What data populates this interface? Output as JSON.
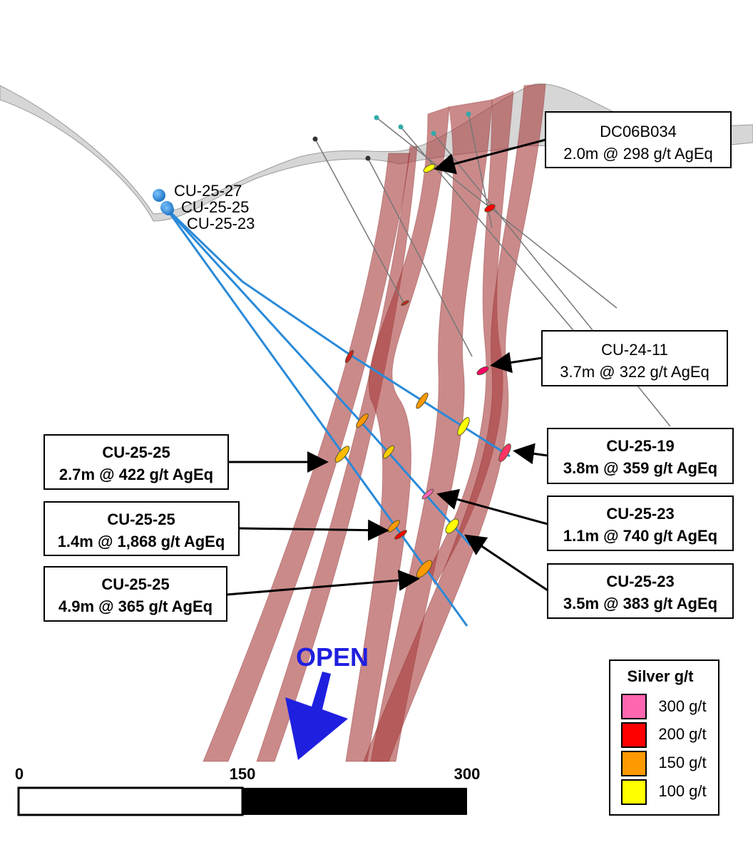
{
  "collars": [
    "CU-25-27",
    "CU-25-25",
    "CU-25-23"
  ],
  "callouts": [
    {
      "hole": "DC06B034",
      "value": "2.0m @ 298 g/t AgEq"
    },
    {
      "hole": "CU-24-11",
      "value": "3.7m @ 322 g/t AgEq"
    },
    {
      "hole": "CU-25-19",
      "value": "3.8m @ 359 g/t AgEq"
    },
    {
      "hole": "CU-25-23",
      "value": "1.1m @ 740 g/t AgEq"
    },
    {
      "hole": "CU-25-23",
      "value": "3.5m @ 383 g/t AgEq"
    },
    {
      "hole": "CU-25-25",
      "value": "2.7m @ 422 g/t AgEq"
    },
    {
      "hole": "CU-25-25",
      "value": "1.4m @ 1,868 g/t AgEq"
    },
    {
      "hole": "CU-25-25",
      "value": "4.9m @ 365 g/t AgEq"
    }
  ],
  "open_label": "OPEN",
  "scale": {
    "ticks": [
      "0",
      "150",
      "300"
    ]
  },
  "legend": {
    "title": "Silver g/t",
    "items": [
      {
        "label": "300 g/t",
        "color": "#ff66b0"
      },
      {
        "label": "200 g/t",
        "color": "#ff0000"
      },
      {
        "label": "150 g/t",
        "color": "#ff9900"
      },
      {
        "label": "100 g/t",
        "color": "#ffff00"
      }
    ]
  },
  "colors": {
    "drillhole": "#2a8ad8",
    "vein": "#a83c3c",
    "open": "#1f1fe0"
  }
}
